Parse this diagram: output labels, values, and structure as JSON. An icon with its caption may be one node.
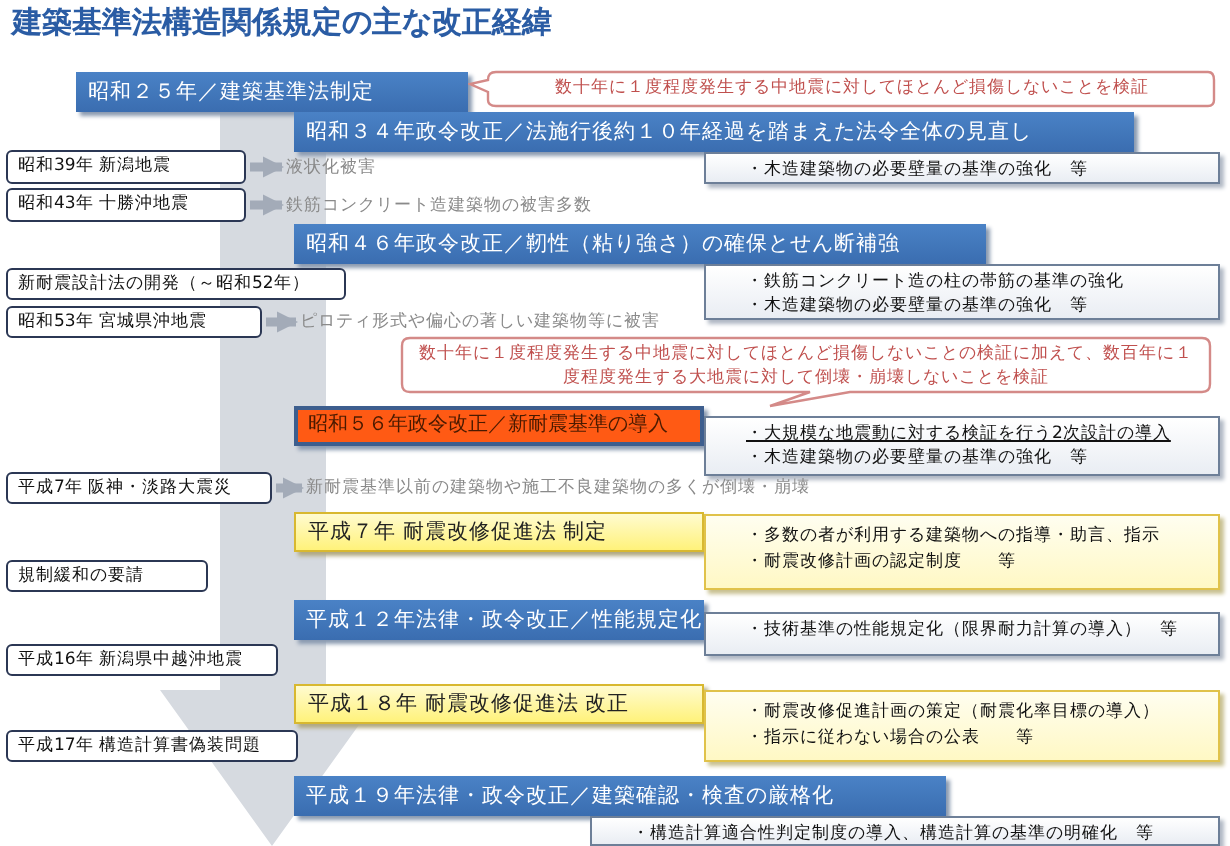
{
  "diagram": {
    "title": "建築基準法構造関係規定の主な改正経緯",
    "nodes": [
      {
        "text": [
          "昭和２５年／建築基準法制定"
        ]
      },
      {
        "text": [
          "数十年に１度程度発生する中地震に対してほとんど損傷しないことを検証"
        ]
      },
      {
        "text": [
          "昭和３４年政令改正／法施行後約１０年経過を踏まえた法令全体の見直し"
        ]
      },
      {
        "text": [
          "・木造建築物の必要壁量の基準の強化　等"
        ]
      },
      {
        "text": [
          "昭和39年 新潟地震"
        ]
      },
      {
        "text": [
          "液状化被害"
        ]
      },
      {
        "text": [
          "昭和43年 十勝沖地震"
        ]
      },
      {
        "text": [
          "鉄筋コンクリート造建築物の被害多数"
        ]
      },
      {
        "text": [
          "昭和４６年政令改正／靭性（粘り強さ）の確保とせん断補強"
        ]
      },
      {
        "text": [
          "・鉄筋コンクリート造の柱の帯筋の基準の強化",
          "・木造建築物の必要壁量の基準の強化　等"
        ]
      },
      {
        "text": [
          "新耐震設計法の開発（～昭和52年）"
        ]
      },
      {
        "text": [
          "昭和53年 宮城県沖地震"
        ]
      },
      {
        "text": [
          "ピロティ形式や偏心の著しい建築物等に被害"
        ]
      },
      {
        "text": [
          "数十年に１度程度発生する中地震に対してほとんど損傷しないことの検証に加えて、数百年に１度程度発生する大地震に対して倒壊・崩壊しないことを検証"
        ]
      },
      {
        "text": [
          "昭和５６年政令改正／新耐震基準の導入"
        ]
      },
      {
        "text": [
          "・大規模な地震動に対する検証を行う2次設計の導入",
          "・木造建築物の必要壁量の基準の強化　等"
        ]
      },
      {
        "text": [
          "平成7年 阪神・淡路大震災"
        ]
      },
      {
        "text": [
          "新耐震基準以前の建築物や施工不良建築物の多くが倒壊・崩壊"
        ]
      },
      {
        "text": [
          "平成７年 耐震改修促進法 制定"
        ]
      },
      {
        "text": [
          "・多数の者が利用する建築物への指導・助言、指示",
          "・耐震改修計画の認定制度　　等"
        ]
      },
      {
        "text": [
          "規制緩和の要請"
        ]
      },
      {
        "text": [
          "平成１２年法律・政令改正／性能規定化"
        ]
      },
      {
        "text": [
          "・技術基準の性能規定化（限界耐力計算の導入）　等"
        ]
      },
      {
        "text": [
          "平成16年 新潟県中越沖地震"
        ]
      },
      {
        "text": [
          "平成１８年 耐震改修促進法 改正"
        ]
      },
      {
        "text": [
          "・耐震改修促進計画の策定（耐震化率目標の導入）",
          "・指示に従わない場合の公表　　等"
        ]
      },
      {
        "text": [
          "平成17年 構造計算書偽装問題"
        ]
      },
      {
        "text": [
          "平成１９年法律・政令改正／建築確認・検査の厳格化"
        ]
      },
      {
        "text": [
          "・構造計算適合性判定制度の導入、構造計算の基準の明確化　等"
        ]
      }
    ],
    "edges": [
      {
        "from": 0,
        "to": null,
        "arrow": "to"
      },
      {
        "from": 4,
        "to": 5,
        "arrow": "to"
      },
      {
        "from": 6,
        "to": 7,
        "arrow": "to"
      },
      {
        "from": 11,
        "to": 12,
        "arrow": "to"
      },
      {
        "from": 16,
        "to": 17,
        "arrow": "to"
      }
    ]
  }
}
